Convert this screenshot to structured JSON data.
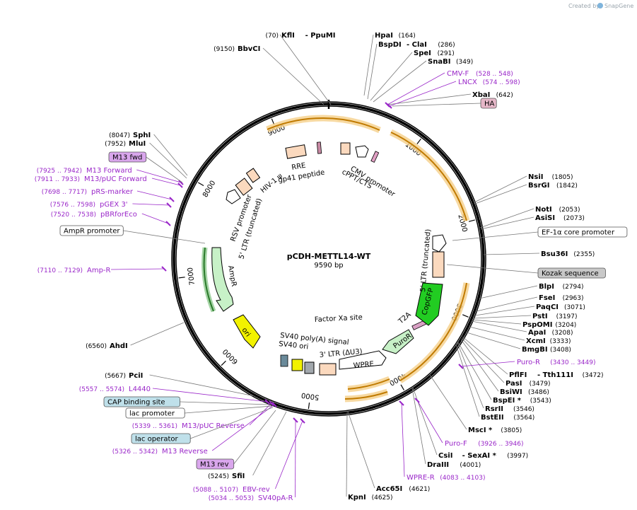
{
  "credit": "Created by",
  "brand": "SnapGene",
  "plasmid": {
    "name": "pCDH-METTL14-WT",
    "length": "9590 bp"
  },
  "ticks": [
    "1000",
    "2000",
    "3000",
    "4000",
    "5000",
    "6000",
    "7000",
    "8000",
    "9000"
  ],
  "sites": [
    {
      "name": "KflI",
      "pos": "(70)",
      "extra": "- PpuMI"
    },
    {
      "name": "BbvCI",
      "pos": "(9150)"
    },
    {
      "name": "HpaI",
      "pos": "(164)"
    },
    {
      "name": "BspDI",
      "pos": "(286)",
      "extra": "- ClaI"
    },
    {
      "name": "SpeI",
      "pos": "(291)"
    },
    {
      "name": "SnaBI",
      "pos": "(349)"
    },
    {
      "name": "XbaI",
      "pos": "(642)"
    },
    {
      "name": "NsiI",
      "pos": "(1805)"
    },
    {
      "name": "BsrGI",
      "pos": "(1842)"
    },
    {
      "name": "NotI",
      "pos": "(2053)"
    },
    {
      "name": "AsiSI",
      "pos": "(2073)"
    },
    {
      "name": "Bsu36I",
      "pos": "(2355)"
    },
    {
      "name": "BlpI",
      "pos": "(2794)"
    },
    {
      "name": "FseI",
      "pos": "(2963)"
    },
    {
      "name": "PaqCI",
      "pos": "(3071)"
    },
    {
      "name": "PstI",
      "pos": "(3197)"
    },
    {
      "name": "PspOMI",
      "pos": "(3204)"
    },
    {
      "name": "ApaI",
      "pos": "(3208)"
    },
    {
      "name": "XcmI",
      "pos": "(3333)"
    },
    {
      "name": "BmgBI",
      "pos": "(3408)"
    },
    {
      "name": "PflFI",
      "pos": "(3472)",
      "extra": "- Tth111I"
    },
    {
      "name": "PasI",
      "pos": "(3479)"
    },
    {
      "name": "BsiWI",
      "pos": "(3486)"
    },
    {
      "name": "BspEI *",
      "pos": "(3543)"
    },
    {
      "name": "RsrII",
      "pos": "(3546)"
    },
    {
      "name": "BstEII",
      "pos": "(3564)"
    },
    {
      "name": "MscI *",
      "pos": "(3805)"
    },
    {
      "name": "CsiI",
      "pos": "(3997)",
      "extra": "- SexAI *"
    },
    {
      "name": "DraIII",
      "pos": "(4001)"
    },
    {
      "name": "Acc65I",
      "pos": "(4621)"
    },
    {
      "name": "KpnI",
      "pos": "(4625)"
    },
    {
      "name": "SfiI",
      "pos": "(5245)"
    },
    {
      "name": "PciI",
      "pos": "(5667)"
    },
    {
      "name": "AhdI",
      "pos": "(6560)"
    },
    {
      "name": "SphI",
      "pos": "(8047)"
    },
    {
      "name": "MluI",
      "pos": "(7952)"
    }
  ],
  "primers": [
    {
      "name": "CMV-F",
      "pos": "(528 .. 548)"
    },
    {
      "name": "LNCX",
      "pos": "(574 .. 598)"
    },
    {
      "name": "Puro-R",
      "pos": "(3430 .. 3449)"
    },
    {
      "name": "Puro-F",
      "pos": "(3926 .. 3946)"
    },
    {
      "name": "WPRE-R",
      "pos": "(4083 .. 4103)"
    },
    {
      "name": "EBV-rev",
      "pos": "(5088 .. 5107)"
    },
    {
      "name": "SV40pA-R",
      "pos": "(5034 .. 5053)"
    },
    {
      "name": "M13 Reverse",
      "pos": "(5326 .. 5342)"
    },
    {
      "name": "M13/pUC Reverse",
      "pos": "(5339 .. 5361)"
    },
    {
      "name": "L4440",
      "pos": "(5557 .. 5574)"
    },
    {
      "name": "Amp-R",
      "pos": "(7110 .. 7129)"
    },
    {
      "name": "pBRforEco",
      "pos": "(7520 .. 7538)"
    },
    {
      "name": "pGEX 3'",
      "pos": "(7576 .. 7598)"
    },
    {
      "name": "pRS-marker",
      "pos": "(7698 .. 7717)"
    },
    {
      "name": "M13/pUC Forward",
      "pos": "(7911 .. 7933)"
    },
    {
      "name": "M13 Forward",
      "pos": "(7925 .. 7942)"
    }
  ],
  "boxes": {
    "ha": "HA",
    "ef1a": "EF-1α core promoter",
    "kozak": "Kozak sequence",
    "m13fwd": "M13 fwd",
    "ampr_promoter": "AmpR promoter",
    "cap": "CAP binding site",
    "lac_promoter": "lac promoter",
    "lac_operator": "lac operator",
    "m13rev": "M13 rev"
  },
  "features": {
    "cmv_promoter": "CMV promoter",
    "cppt": "cPPT/CTS",
    "rre": "RRE",
    "gp41": "gp41 peptide",
    "hiv_psi": "HIV-1 ψ",
    "rsv": "RSV promoter",
    "ltr5": "5' LTR (truncated)",
    "ampr": "AmpR",
    "ori": "ori",
    "ltr5b": "5' LTR (truncated)",
    "copgfp": "CopGFP",
    "t2a": "T2A",
    "puror": "PuroR",
    "wpre": "WPRE",
    "ltr3": "3' LTR (ΔU3)",
    "factorxa": "Factor Xa site",
    "sv40polya": "SV40 poly(A) signal",
    "sv40ori": "SV40 ori"
  },
  "colors": {
    "backbone": "#000000",
    "orf": "#f0a830",
    "primer": "#9a27c9",
    "green": "#9adf9a",
    "gfp": "#22cc22",
    "ori": "#f2f200",
    "peach": "#fbd9be"
  }
}
